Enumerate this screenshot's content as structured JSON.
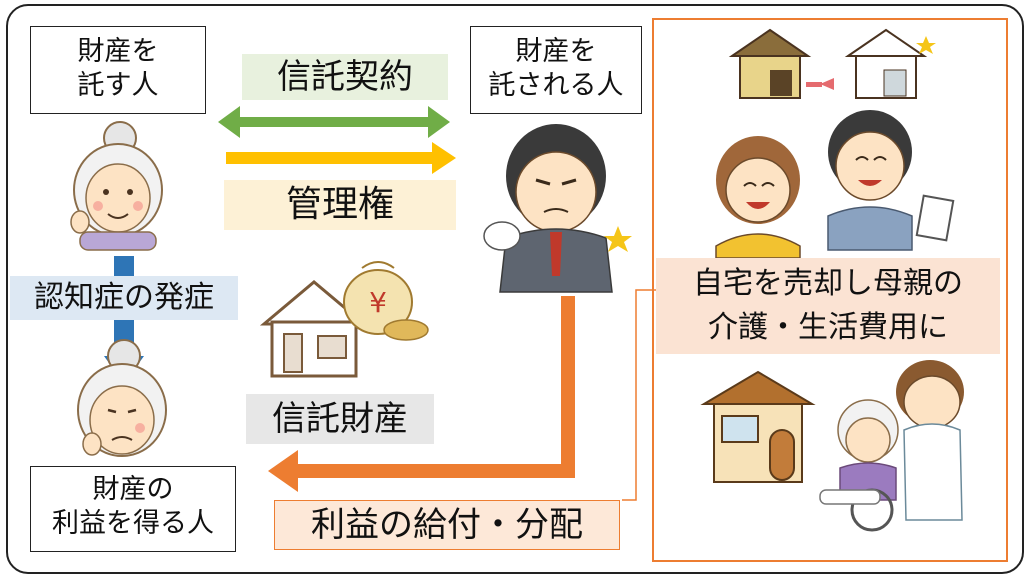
{
  "boxes": {
    "entruster": [
      "財産を",
      "託す人"
    ],
    "trustee": [
      "財産を",
      "託される人"
    ],
    "beneficiary": [
      "財産の",
      "利益を得る人"
    ]
  },
  "labels": {
    "contract": "信託契約",
    "management": "管理権",
    "dementia": "認知症の発症",
    "property": "信託財産",
    "benefit": "利益の給付・分配"
  },
  "callout": [
    "自宅を売却し母親の",
    "介護・生活費用に"
  ],
  "icons": {
    "yen": "¥"
  },
  "colors": {
    "green": "#70ad47",
    "yellow": "#ffc000",
    "blue": "#2e75b6",
    "orange": "#ed7d31",
    "green_bg": "#e8f1de",
    "yellow_bg": "#fdf1d6",
    "blue_bg": "#dde8f3",
    "gray_bg": "#e7e7e7",
    "orange_bg": "#fbe3d3"
  }
}
